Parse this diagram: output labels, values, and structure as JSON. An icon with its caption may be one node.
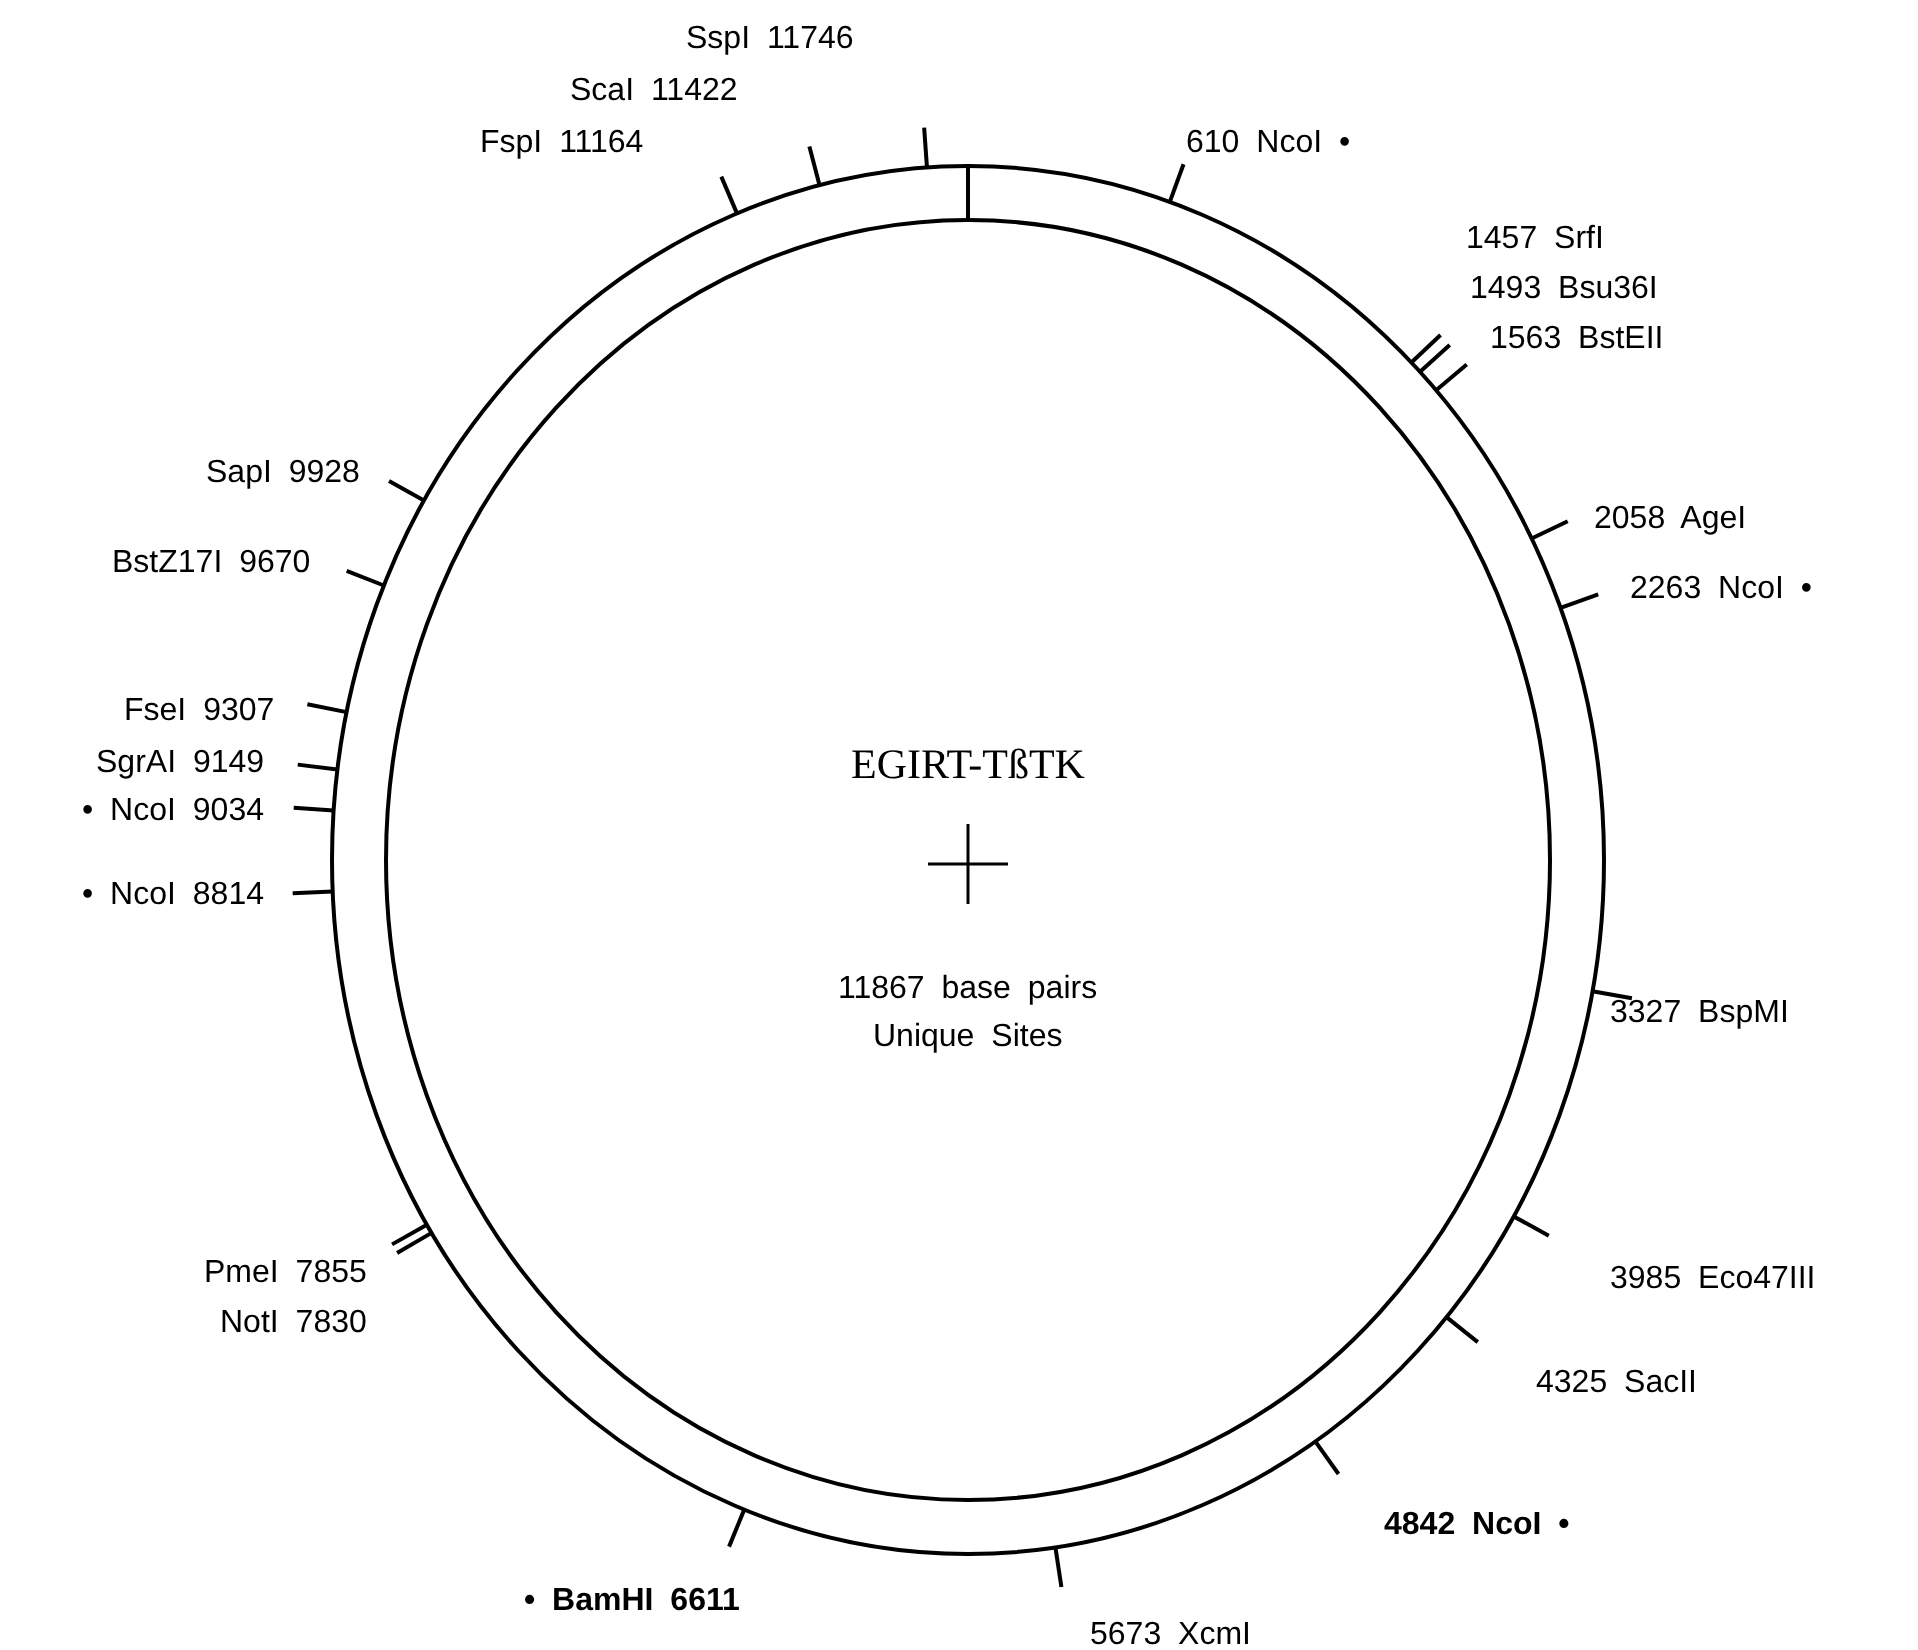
{
  "diagram": {
    "title": "EGIRT-TßTK",
    "labels": [
      "SspI 11746",
      "ScaI 11422",
      "FspI 11164",
      "610 NcoI •",
      "1457 SrfI",
      "1493 Bsu36I",
      "1563 BstEII",
      "SapI 9928",
      "2058 AgeI",
      "BstZ17I 9670",
      "2263 NcoI •",
      "FseI 9307",
      "SgrAI 9149",
      "• NcoI 9034",
      "• NcoI 8814",
      "11867 base pairs",
      "Unique Sites",
      "3327 BspMI",
      "PmeI 7855",
      "3985 Eco47III",
      "NotI 7830",
      "4325 SacII",
      "4842 NcoI •",
      "• BamHI 6611",
      "5673 XcmI"
    ]
  }
}
